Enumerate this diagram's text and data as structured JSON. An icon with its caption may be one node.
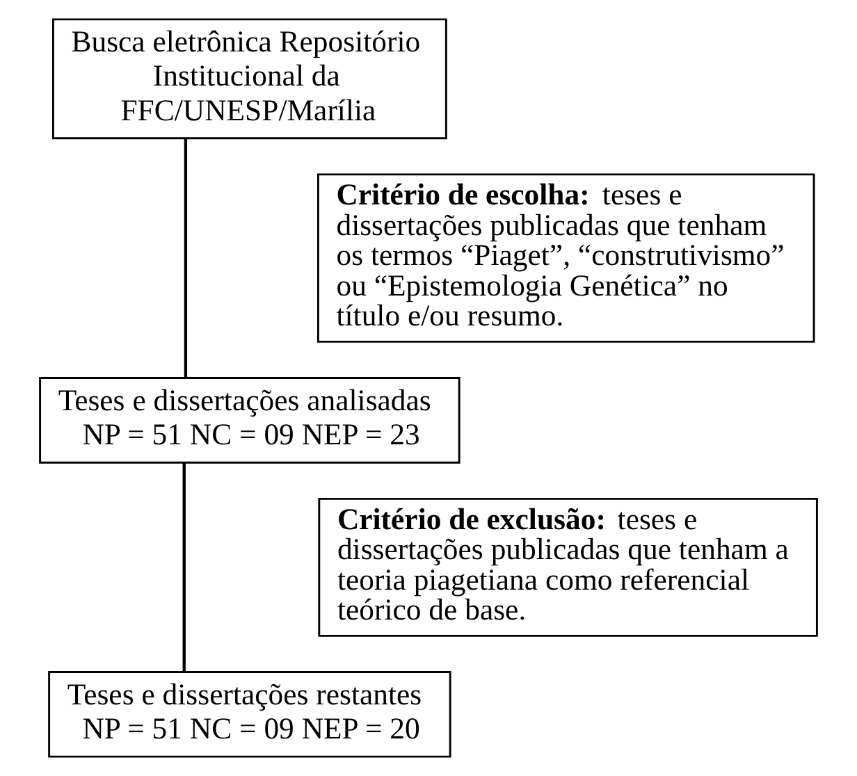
{
  "diagram": {
    "nodes": [
      {
        "text": [
          "Busca eletrônica Repositório Institucional da FFC/UNESP/Marília"
        ]
      },
      {
        "text": [
          "**Critério de escolha:** teses e dissertações publicadas que tenham os termos “Piaget”, “construtivismo” ou “Epistemologia Genética” no título e/ou resumo."
        ]
      },
      {
        "text": [
          "Teses e dissertações analisadas",
          "NP = 51    NC = 09    NEP = 23"
        ]
      },
      {
        "text": [
          "**Critério de exclusão:** teses e dissertações publicadas que tenham a teoria piagetiana como referencial teórico de base."
        ]
      },
      {
        "text": [
          "Teses e dissertações restantes",
          "NP = 51    NC = 09    NEP = 20"
        ]
      }
    ],
    "edges": [
      {
        "from": 0,
        "to": 2,
        "arrow": "none"
      },
      {
        "from": 2,
        "to": 4,
        "arrow": "none"
      }
    ]
  }
}
